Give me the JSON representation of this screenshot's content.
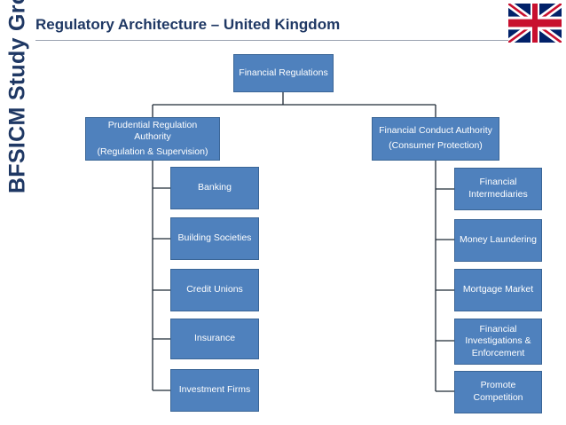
{
  "slide": {
    "title": "Regulatory Architecture – United Kingdom",
    "side_label": "BFSICM Study Group of WIRC"
  },
  "flag": {
    "icon": "uk-flag-icon",
    "colors": {
      "blue": "#012169",
      "red": "#C8102E",
      "white": "#FFFFFF"
    }
  },
  "chart": {
    "root": {
      "label": "Financial Regulations"
    },
    "left": {
      "name": "Prudential Regulation Authority",
      "subtitle": "(Regulation & Supervision)",
      "children": [
        "Banking",
        "Building Societies",
        "Credit Unions",
        "Insurance",
        "Investment Firms"
      ]
    },
    "right": {
      "name": "Financial Conduct Authority",
      "subtitle": "(Consumer Protection)",
      "children": [
        "Financial Intermediaries",
        "Money Laundering",
        "Mortgage Market",
        "Financial Investigations & Enforcement",
        "Promote Competition"
      ]
    }
  },
  "colors": {
    "box_fill": "#4F81BD",
    "title": "#1F3864"
  }
}
